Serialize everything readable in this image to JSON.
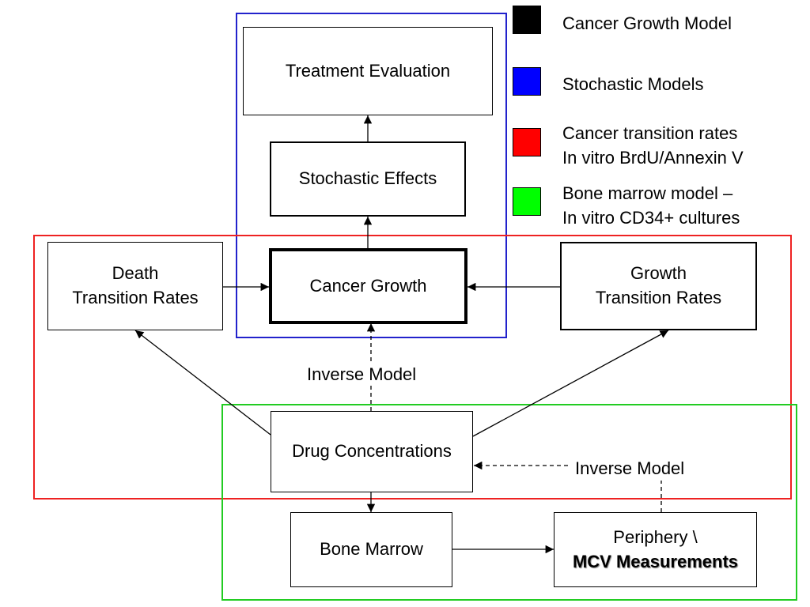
{
  "nodes": {
    "treatment_evaluation": "Treatment Evaluation",
    "stochastic_effects": "Stochastic Effects",
    "cancer_growth": "Cancer Growth",
    "death_rates_line1": "Death",
    "death_rates_line2": "Transition Rates",
    "growth_rates_line1": "Growth",
    "growth_rates_line2": "Transition Rates",
    "drug_concentrations": "Drug Concentrations",
    "bone_marrow": "Bone Marrow",
    "periphery_line1": "Periphery \\",
    "periphery_line2": "MCV Measurements"
  },
  "edge_labels": {
    "inverse_model_center": "Inverse Model",
    "inverse_model_right": "Inverse Model"
  },
  "legend": [
    {
      "color": "#000000",
      "line1": "Cancer Growth Model",
      "line2": ""
    },
    {
      "color": "#0000ff",
      "line1": "Stochastic Models",
      "line2": ""
    },
    {
      "color": "#ff0000",
      "line1": "Cancer transition rates",
      "line2": "In vitro BrdU/Annexin V"
    },
    {
      "color": "#00ff00",
      "line1": "Bone marrow model –",
      "line2": "In vitro CD34+ cultures"
    }
  ],
  "region_colors": {
    "stochastic": "#2222cc",
    "transition": "#ee2222",
    "bone_marrow": "#22cc22"
  }
}
